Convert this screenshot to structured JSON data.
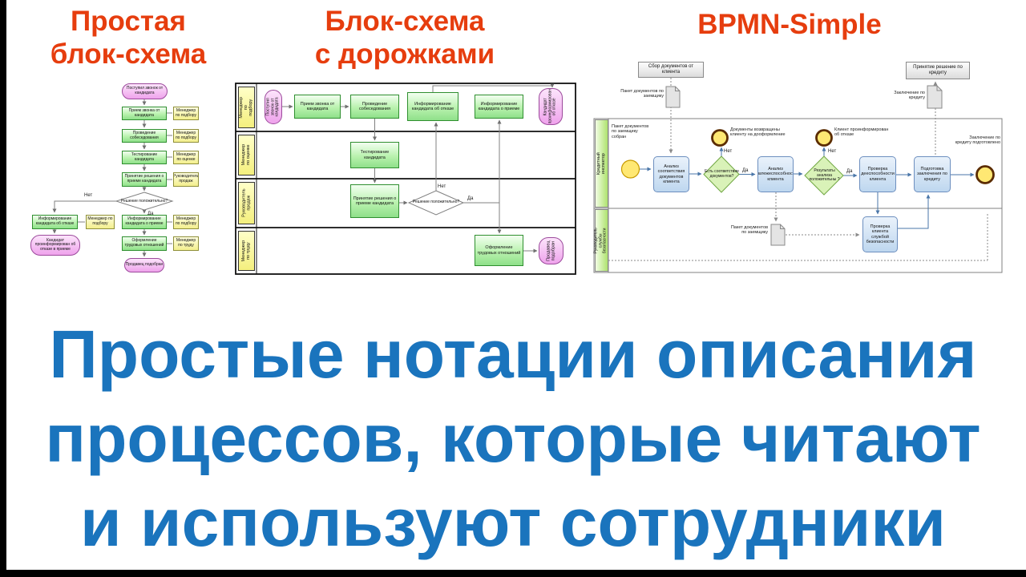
{
  "colors": {
    "title_red": "#e63d0e",
    "caption_blue": "#1a74bd",
    "flow_green": "#b9f2ae",
    "flow_yellow": "#f3ef8d",
    "flow_pink": "#efa3ec",
    "bpmn_task_blue": "#bed7ef",
    "bpmn_gateway_green": "#d9f2b8",
    "bpmn_event_yellow": "#ffe873",
    "bpmn_lane_green": "#aee36e"
  },
  "titles": {
    "t1_line1": "Простая",
    "t1_line2": "блок-схема",
    "t2_line1": "Блок-схема",
    "t2_line2": "с дорожками",
    "t3": "BPMN-Simple"
  },
  "caption": {
    "line1": "Простые нотации описания",
    "line2": "процессов, которые читают",
    "line3": "и используют сотрудники"
  },
  "flowchart1": {
    "start": "Поступил звонок от кандидата",
    "steps": [
      {
        "label": "Прием звонка от кандидата",
        "role": "Менеджер по подбору"
      },
      {
        "label": "Проведение собеседования",
        "role": "Менеджер по подбору"
      },
      {
        "label": "Тестирование кандидата",
        "role": "Менеджер по оценке"
      },
      {
        "label": "Принятие решения о приеме кандидата",
        "role": "Руководитель продаж"
      }
    ],
    "decision": {
      "label": "Решение положительно?",
      "no": "Нет",
      "yes": "Да"
    },
    "reject": {
      "label": "Информирование кандидата об отказе",
      "role": "Менеджер по подбору",
      "end": "Кандидат проинформирован об отказе в приеме"
    },
    "accept": [
      {
        "label": "Информирование кандидата о приеме",
        "role": "Менеджер по подбору"
      },
      {
        "label": "Оформление трудовых отношений",
        "role": "Менеджер по труду"
      }
    ],
    "end": "Продавец подобран"
  },
  "swimlane": {
    "lanes": [
      "Менеджер по подбору",
      "Менеджер по оценке",
      "Руководитель продаж",
      "Менеджер по труду"
    ],
    "start": "Поступил звонок от кандидата",
    "priem": "Прием звонка от кандидата",
    "sobesedovanie": "Проведение собеседования",
    "otkaz": "Информирование кандидата об отказе",
    "priem_info": "Информирование кандидата о приеме",
    "end_otkaz": "Кандидат проинформирован об отказе",
    "test": "Тестирование кандидата",
    "reshenie": "Принятие решения о приеме кандидата",
    "decision": {
      "label": "Решение положительно?",
      "no": "Нет",
      "yes": "Да"
    },
    "oform": "Оформление трудовых отношений",
    "end_podobran": "Продавец подобран"
  },
  "bpmn": {
    "ext_top_left": "Сбор документов от клиента",
    "doc_top_left": "Пакет документов по заемщику",
    "ext_top_right": "Принятие решение по кредиту",
    "doc_top_right": "Заключение по кредиту",
    "lanes": [
      "Кредитный инспектор",
      "Руководитель службы безопасности"
    ],
    "start_label": "Пакет документов по заемщику собран",
    "task_sootv": "Анализ соответствия документов клиента",
    "gw_sootv": "Есть соответствие документов?",
    "end_vozvrat": "Документы возвращены клиенту на дооформление",
    "task_platezh": "Анализ платежеспособности клиента",
    "gw_rezult": "Результаты анализа положительны ?",
    "end_otkaz": "Клиент проинформирован об отказе",
    "task_deesposob": "Проверка дееспособности клиента",
    "task_zakl": "Подготовка заключения по кредиту",
    "end_zakl": "Заключение по кредиту подготовлено",
    "doc_lane2": "Пакет документов по заемщику",
    "task_bezopasnost": "Проверка клиента службой безопасности",
    "yes": "Да",
    "no": "Нет"
  }
}
